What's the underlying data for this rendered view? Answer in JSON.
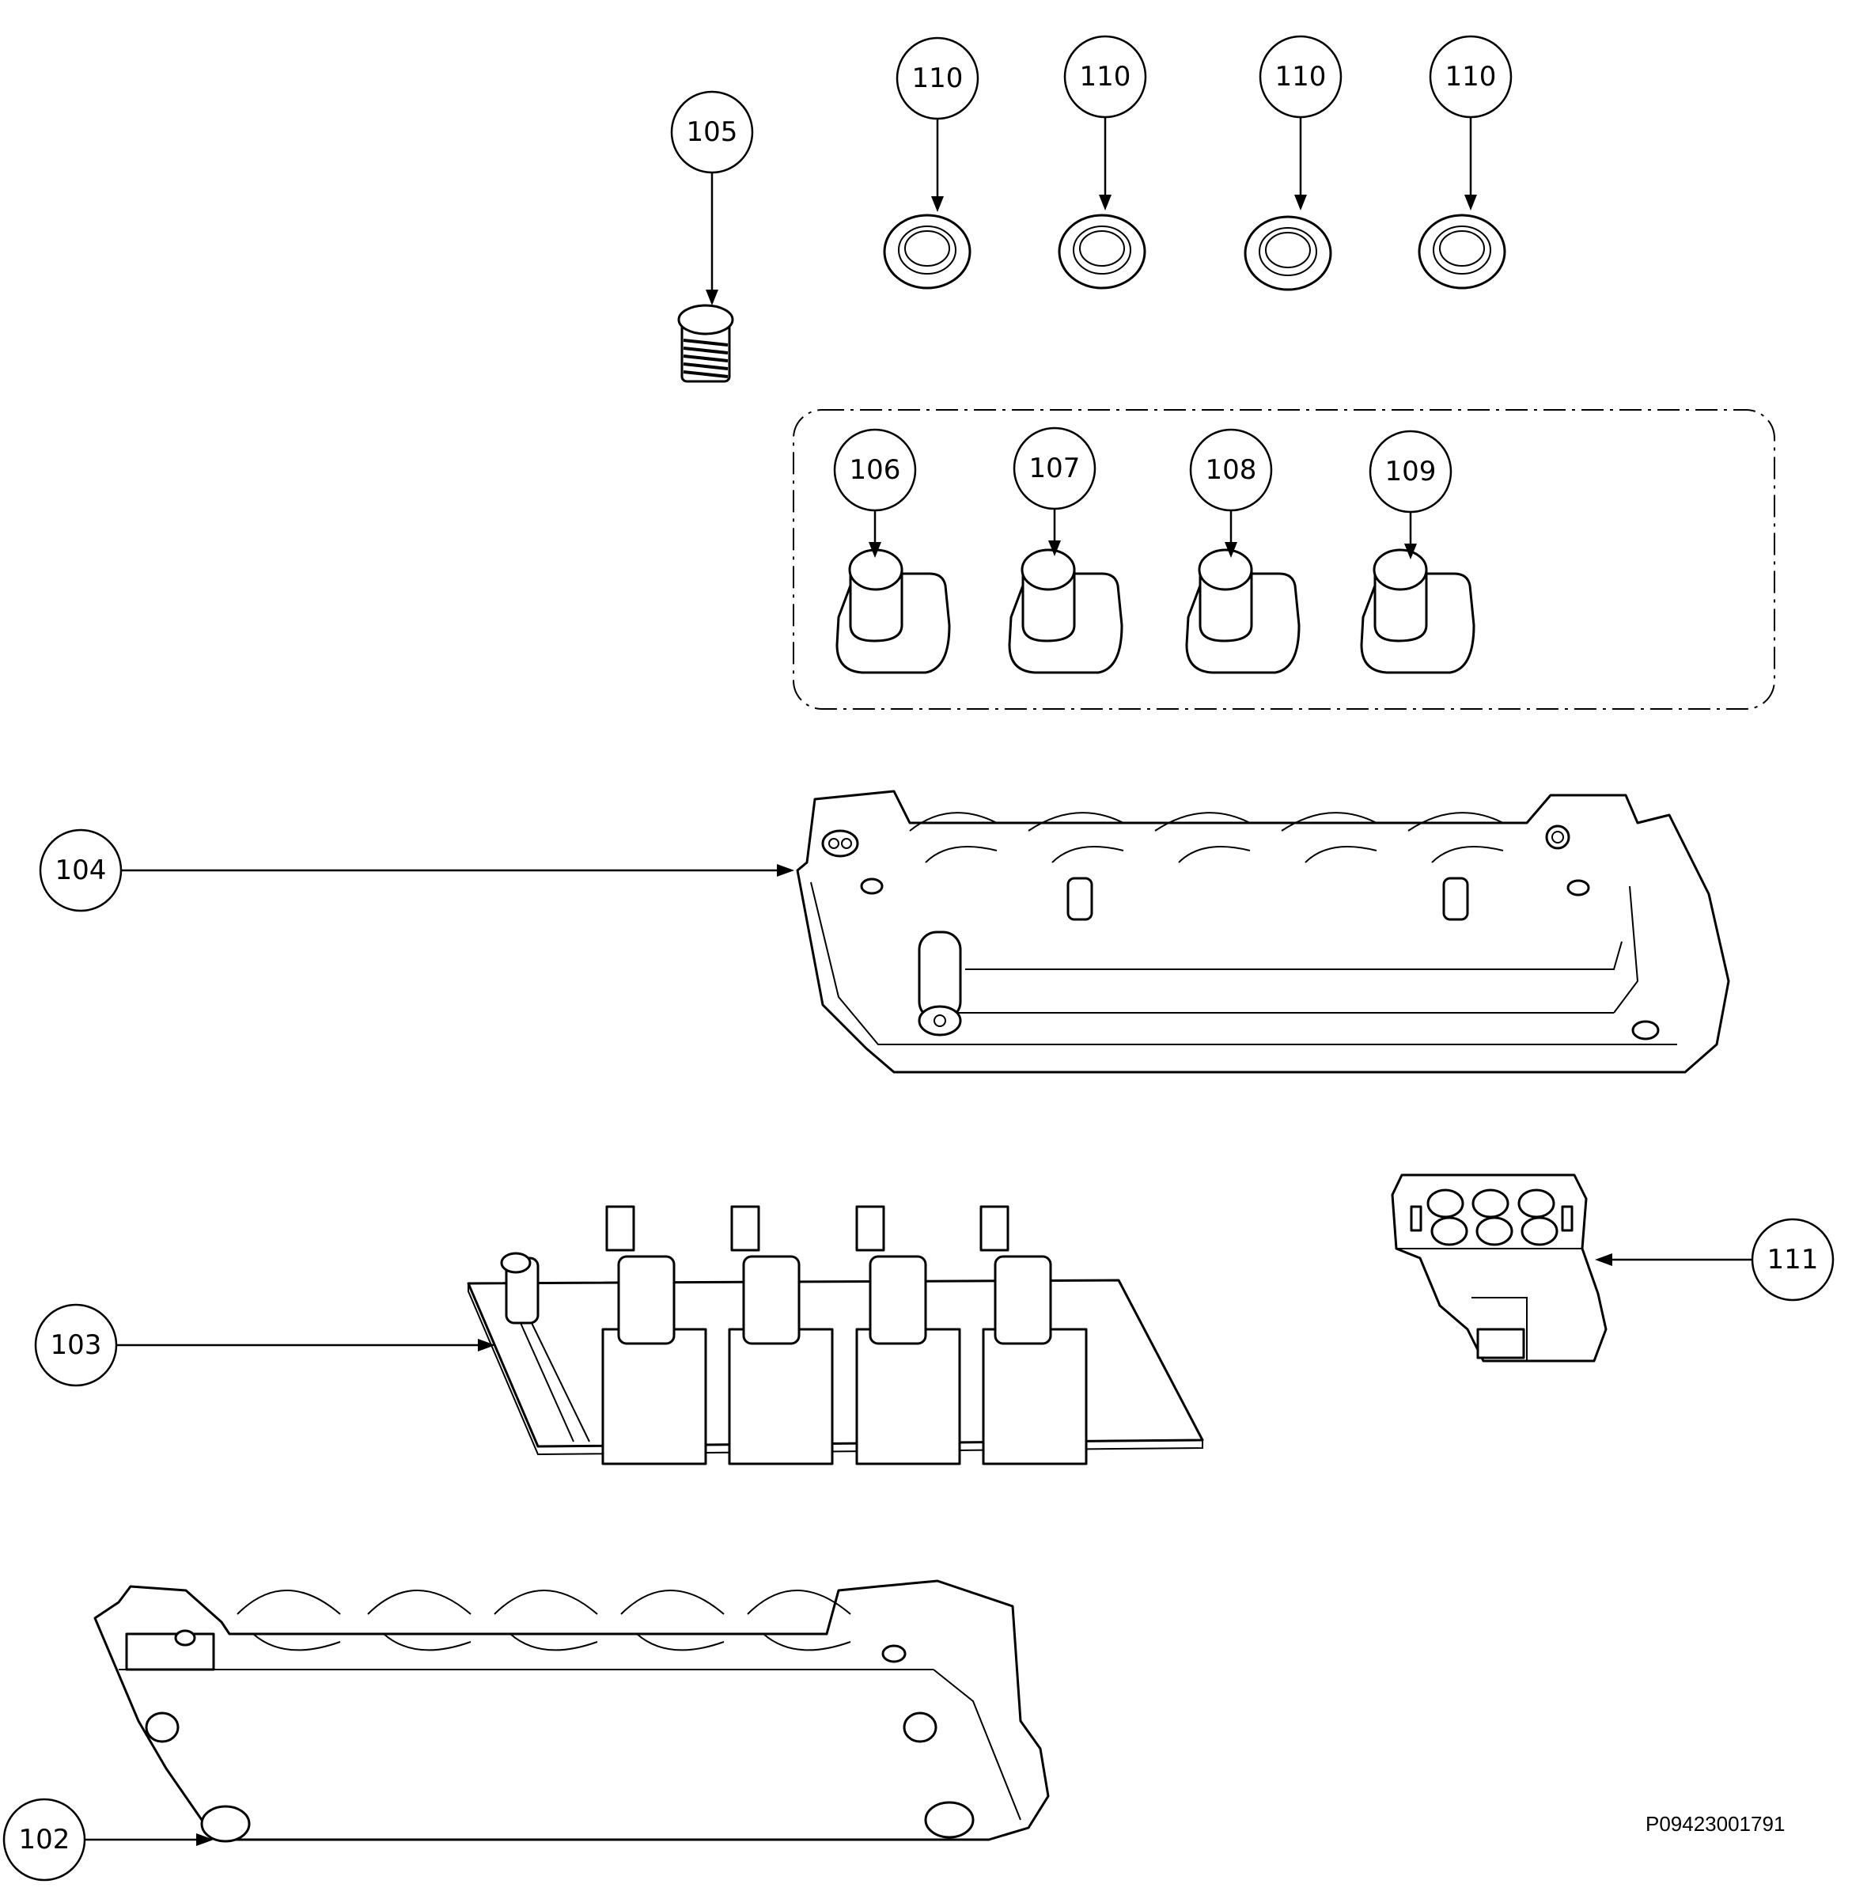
{
  "diagram": {
    "drawing_id": "P09423001791",
    "callouts": [
      {
        "id": "c110a",
        "label": "110"
      },
      {
        "id": "c110b",
        "label": "110"
      },
      {
        "id": "c110c",
        "label": "110"
      },
      {
        "id": "c110d",
        "label": "110"
      },
      {
        "id": "c105",
        "label": "105"
      },
      {
        "id": "c106",
        "label": "106"
      },
      {
        "id": "c107",
        "label": "107"
      },
      {
        "id": "c108",
        "label": "108"
      },
      {
        "id": "c109",
        "label": "109"
      },
      {
        "id": "c104",
        "label": "104"
      },
      {
        "id": "c111",
        "label": "111"
      },
      {
        "id": "c103",
        "label": "103"
      },
      {
        "id": "c102",
        "label": "102"
      }
    ]
  }
}
